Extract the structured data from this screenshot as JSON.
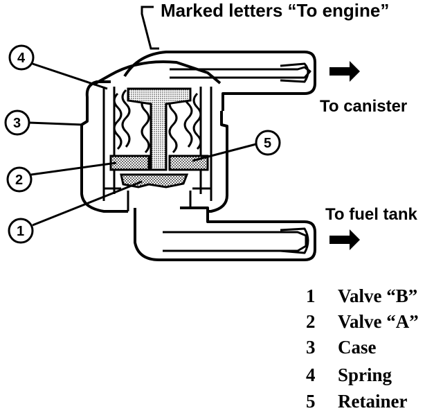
{
  "top_label": "Marked letters “To engine”",
  "port_labels": {
    "canister": "To canister",
    "fuel_tank": "To fuel tank"
  },
  "callouts": [
    "1",
    "2",
    "3",
    "4",
    "5"
  ],
  "legend": [
    {
      "num": "1",
      "name": "Valve “B”"
    },
    {
      "num": "2",
      "name": "Valve “A”"
    },
    {
      "num": "3",
      "name": "Case"
    },
    {
      "num": "4",
      "name": "Spring"
    },
    {
      "num": "5",
      "name": "Retainer"
    }
  ]
}
